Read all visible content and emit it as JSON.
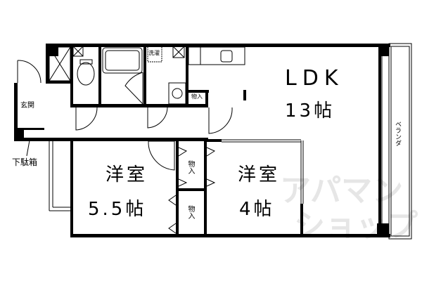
{
  "rooms": {
    "ldk": {
      "name": "LDK",
      "size": "13帖"
    },
    "western1": {
      "name": "洋室",
      "size": "5.5帖"
    },
    "western2": {
      "name": "洋室",
      "size": "4帖"
    },
    "entrance": "玄関",
    "shoe_box": "下駄箱",
    "closet_small": "物入",
    "closet_a": "物入",
    "closet_b": "物入",
    "laundry": "洗濯",
    "balcony": "ベランダ"
  },
  "watermark": {
    "line1": "アパマン",
    "line2": "ショップ"
  },
  "colors": {
    "wall": "#000000",
    "watermark": "#e6e6e6"
  }
}
